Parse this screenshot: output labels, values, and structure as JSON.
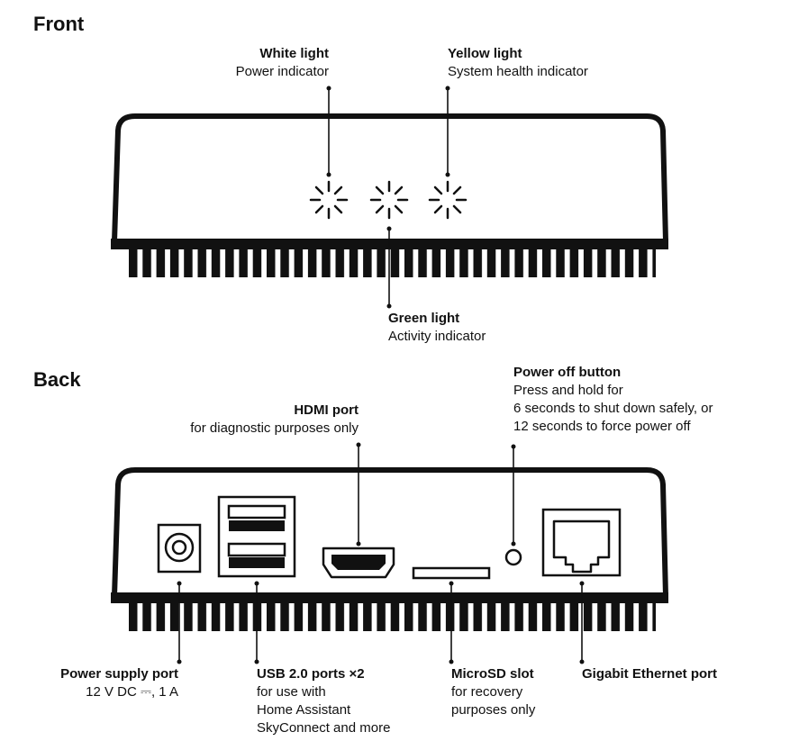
{
  "sections": {
    "front": "Front",
    "back": "Back"
  },
  "front": {
    "white_light": {
      "title": "White light",
      "desc": "Power indicator"
    },
    "yellow_light": {
      "title": "Yellow light",
      "desc": "System health indicator"
    },
    "green_light": {
      "title": "Green light",
      "desc": "Activity indicator"
    }
  },
  "back": {
    "hdmi_port": {
      "title": "HDMI port",
      "desc": "for diagnostic purposes only"
    },
    "power_off_button": {
      "title": "Power off button",
      "desc": "Press and hold for\n6 seconds to shut down safely, or\n12 seconds to force power off"
    },
    "power_supply_port": {
      "title": "Power supply port",
      "desc": "12 V DC ⎓, 1 A"
    },
    "usb_ports": {
      "title": "USB 2.0 ports ×2",
      "desc": "for use with\nHome Assistant\nSkyConnect and more"
    },
    "microsd_slot": {
      "title": "MicroSD slot",
      "desc": "for recovery\npurposes only"
    },
    "ethernet_port": {
      "title": "Gigabit Ethernet port"
    }
  },
  "colors": {
    "ink": "#111111",
    "background": "#ffffff"
  }
}
